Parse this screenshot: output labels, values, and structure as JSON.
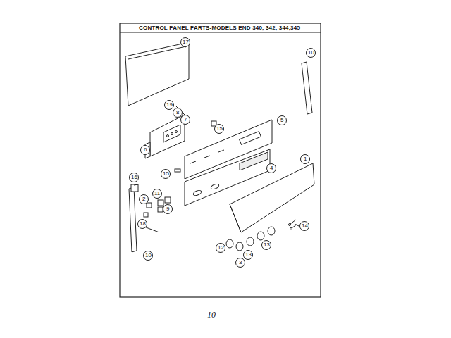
{
  "diagram": {
    "title": "CONTROL PANEL PARTS-MODELS END 340, 342, 344,345",
    "labels": [
      "17",
      "10",
      "19",
      "8",
      "7",
      "6",
      "15",
      "5",
      "15",
      "1",
      "4",
      "16",
      "11",
      "2",
      "9",
      "18",
      "14",
      "10",
      "12",
      "13",
      "13",
      "3",
      "10"
    ]
  }
}
